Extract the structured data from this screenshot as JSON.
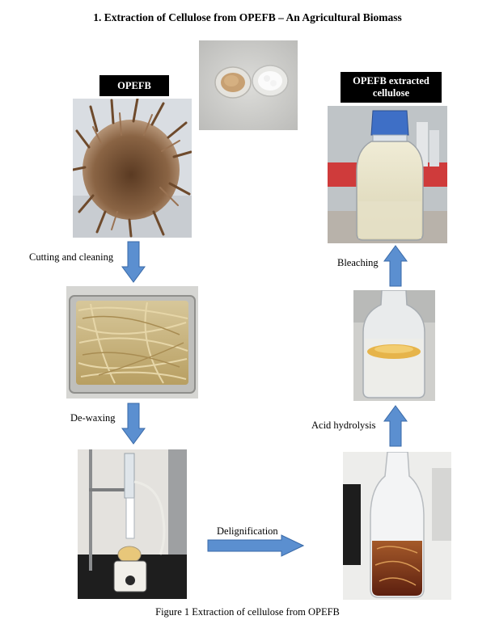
{
  "heading": "1.   Extraction of Cellulose from OPEFB – An Agricultural Biomass",
  "nodes": {
    "raw_label": "OPEFB",
    "product_label_line1": "OPEFB extracted",
    "product_label_line2": "cellulose"
  },
  "steps": {
    "step1": "Cutting and cleaning",
    "step2": "De-waxing",
    "step3": "Delignification",
    "step4": "Acid hydrolysis",
    "step5": "Bleaching"
  },
  "caption": "Figure 1 Extraction of cellulose from OPEFB",
  "colors": {
    "arrow_fill": "#5b8fd0",
    "arrow_stroke": "#3a6aa8",
    "label_bg": "#000000",
    "label_text": "#ffffff"
  }
}
